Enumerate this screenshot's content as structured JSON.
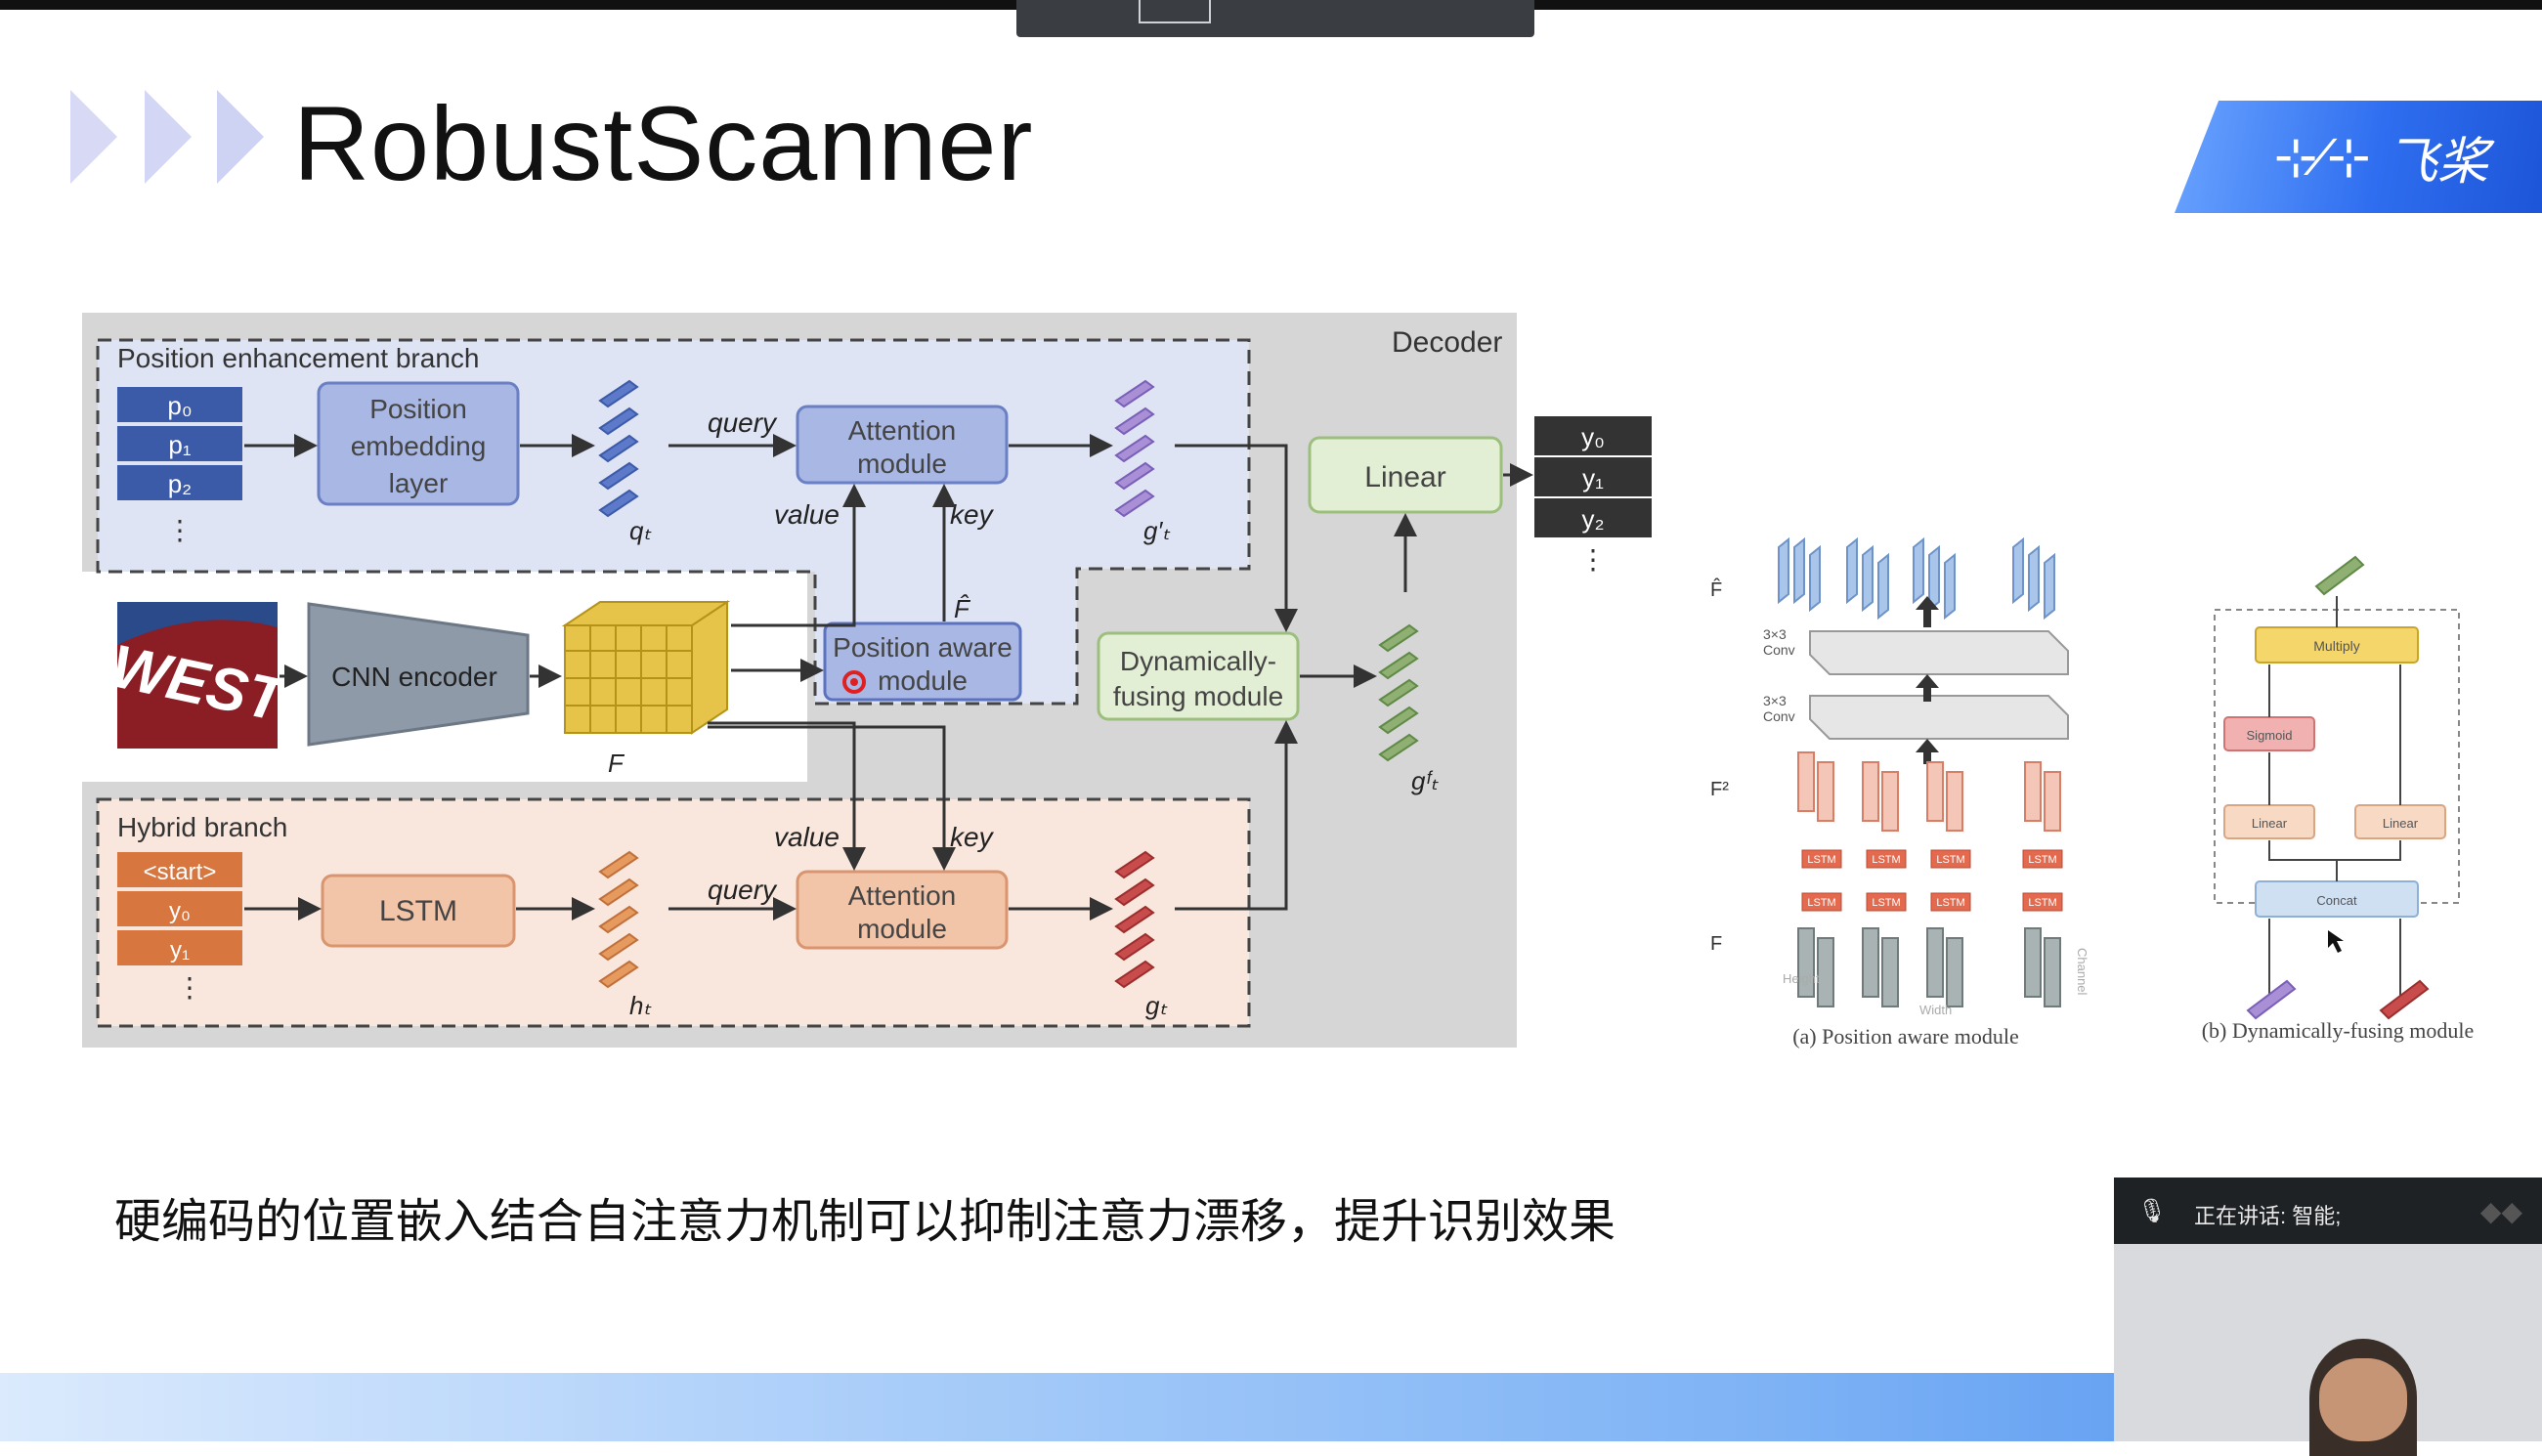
{
  "slide": {
    "title": "RobustScanner",
    "logo_text": "飞桨",
    "caption": "硬编码的位置嵌入结合自注意力机制可以抑制注意力漂移，提升识别效果"
  },
  "diagram_main": {
    "decoder_label": "Decoder",
    "branch_position": "Position enhancement branch",
    "branch_hybrid": "Hybrid branch",
    "position_tokens": [
      "p₀",
      "p₁",
      "p₂"
    ],
    "hybrid_tokens": [
      "<start>",
      "y₀",
      "y₁"
    ],
    "output_tokens": [
      "y₀",
      "y₁",
      "y₂"
    ],
    "ellipsis": "⋮",
    "position_embedding": [
      "Position",
      "embedding",
      "layer"
    ],
    "attention": [
      "Attention",
      "module"
    ],
    "position_aware": [
      "Position aware",
      "module"
    ],
    "dynamic_fusing": [
      "Dynamically-",
      "fusing module"
    ],
    "linear": "Linear",
    "cnn_encoder": "CNN encoder",
    "lstm": "LSTM",
    "input_image_text": "WEST",
    "labels": {
      "query": "query",
      "value": "value",
      "key": "key",
      "F": "F",
      "F_hat": "F̂",
      "q_t": "qₜ",
      "g_prime": "g′ₜ",
      "g_f": "gᶠₜ",
      "h_t": "hₜ",
      "g_t": "gₜ"
    }
  },
  "diagram_a": {
    "caption": "(a) Position aware module",
    "conv1": "3×3",
    "conv2": "Conv",
    "cell": "LSTM",
    "axis_height": "Height",
    "axis_width": "Width",
    "axis_channel": "Channel",
    "side_labels": [
      "F̂",
      "F²",
      "F"
    ]
  },
  "diagram_b": {
    "caption": "(b) Dynamically-fusing module",
    "multiply": "Multiply",
    "sigmoid": "Sigmoid",
    "linear_left": "Linear",
    "linear_right": "Linear",
    "concat": "Concat"
  },
  "webcam": {
    "status": "正在讲话: 智能;"
  },
  "colors": {
    "blue_region": "#dfe4f5",
    "orange_region": "#f9e6dc",
    "gray_panel": "#d6d6d6",
    "accent": "#2f6ef0"
  }
}
